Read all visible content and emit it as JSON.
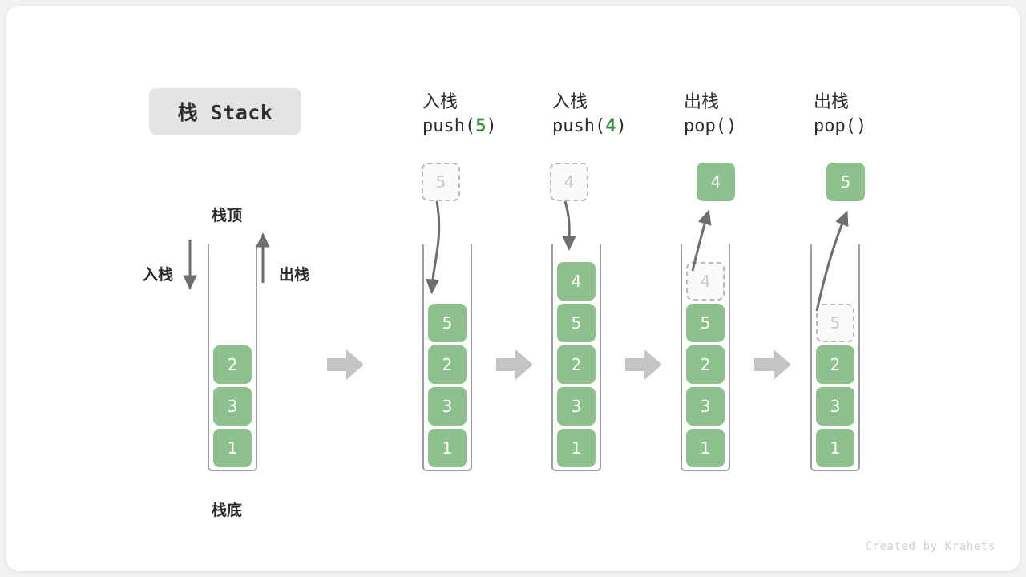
{
  "title": "栈 Stack",
  "labels": {
    "top": "栈顶",
    "bottom": "栈底",
    "push": "入栈",
    "pop": "出栈"
  },
  "credit": "Created by Krahets",
  "colors": {
    "cell_fill": "#8cc08c",
    "cell_text": "#ffffff",
    "ghost_border": "#b9b9b9",
    "ghost_text": "#c9c9c9",
    "accent_green": "#3f9142",
    "arrow_gray": "#6e6e6e",
    "block_arrow": "#c4c4c4",
    "badge_bg": "#e4e4e4",
    "page_bg": "#f2f2f2",
    "card_bg": "#ffffff"
  },
  "stages": [
    {
      "id": "initial",
      "op_cn": "",
      "op_code": "",
      "op_arg": "",
      "cells": [
        "2",
        "3",
        "1"
      ],
      "ghost_top": null,
      "float_cell": null,
      "float_kind": null
    },
    {
      "id": "push-5",
      "op_cn": "入栈",
      "op_code_prefix": "push(",
      "op_arg": "5",
      "op_code_suffix": ")",
      "cells": [
        "5",
        "2",
        "3",
        "1"
      ],
      "ghost_top": null,
      "float_cell": "5",
      "float_kind": "ghost"
    },
    {
      "id": "push-4",
      "op_cn": "入栈",
      "op_code_prefix": "push(",
      "op_arg": "4",
      "op_code_suffix": ")",
      "cells": [
        "4",
        "5",
        "2",
        "3",
        "1"
      ],
      "ghost_top": null,
      "float_cell": "4",
      "float_kind": "ghost"
    },
    {
      "id": "pop-4",
      "op_cn": "出栈",
      "op_code_prefix": "pop(",
      "op_arg": "",
      "op_code_suffix": ")",
      "cells": [
        "5",
        "2",
        "3",
        "1"
      ],
      "ghost_top": "4",
      "float_cell": "4",
      "float_kind": "solid"
    },
    {
      "id": "pop-5",
      "op_cn": "出栈",
      "op_code_prefix": "pop(",
      "op_arg": "",
      "op_code_suffix": ")",
      "cells": [
        "2",
        "3",
        "1"
      ],
      "ghost_top": "5",
      "float_cell": "5",
      "float_kind": "solid"
    }
  ]
}
